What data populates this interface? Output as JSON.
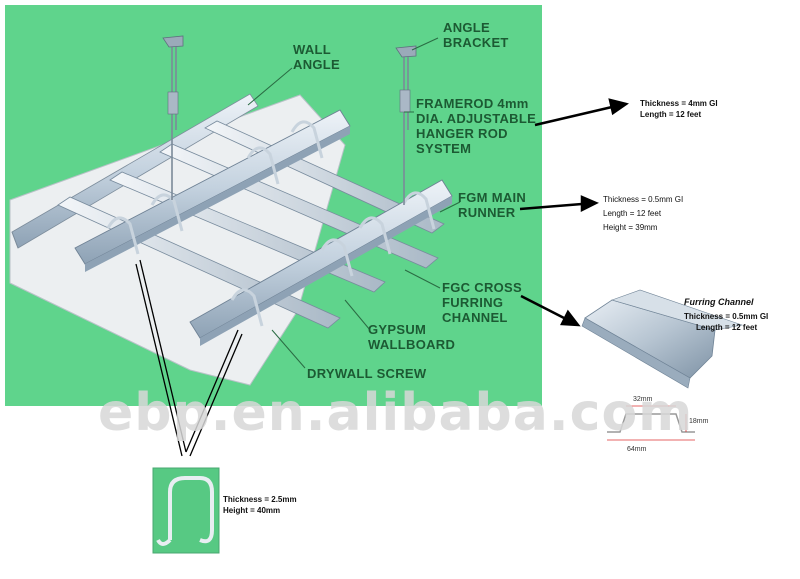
{
  "labels": {
    "wall_angle": [
      "WALL",
      "ANGLE"
    ],
    "angle_bracket": [
      "ANGLE",
      "BRACKET"
    ],
    "framerod": [
      "FRAMEROD 4mm",
      "DIA. ADJUSTABLE",
      "HANGER ROD",
      "SYSTEM"
    ],
    "main_runner": [
      "FGM MAIN",
      "RUNNER"
    ],
    "cross_furring": [
      "FGC CROSS",
      "FURRING",
      "CHANNEL"
    ],
    "gypsum": [
      "GYPSUM",
      "WALLBOARD"
    ],
    "drywall_screw": "DRYWALL SCREW"
  },
  "specs": {
    "hanger_rod": [
      "Thickness = 4mm  GI",
      "Length = 12 feet"
    ],
    "main_runner": [
      "Thickness = 0.5mm GI",
      "Length = 12 feet",
      "Height = 39mm"
    ],
    "furring_channel": {
      "title": "Furring Channel",
      "lines": [
        "Thickness = 0.5mm GI",
        "Length = 12 feet"
      ],
      "dimensions": {
        "top": "32mm",
        "side": "18mm",
        "bottom": "64mm"
      }
    },
    "clip": [
      "Thickness = 2.5mm",
      "Height = 40mm"
    ]
  },
  "watermark": "ebp.en.alibaba.com",
  "colors": {
    "background_panel": "#5fd48c",
    "label_text": "#1c5a33",
    "metal": "#c9d6e2"
  }
}
